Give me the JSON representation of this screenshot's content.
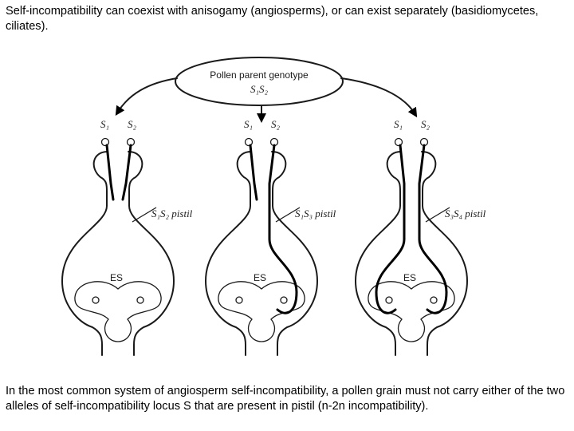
{
  "captions": {
    "top": "Self-incompatibility can coexist with anisogamy (angiosperms), or can exist separately (basidiomycetes, ciliates).",
    "bottom": "In the most common system of angiosperm self-incompatibility, a pollen grain must not carry either of the two alleles of self-incompatibility locus S that are present in pistil (n-2n incompatibility)."
  },
  "diagram": {
    "parent_label_line1": "Pollen parent genotype",
    "parent_label_line2": "S₁S₂",
    "pistils": [
      {
        "pollen_left": "S₁",
        "pollen_right": "S₂",
        "pistil_label": "S₁S₂ pistil",
        "sac_label": "ES"
      },
      {
        "pollen_left": "S₁",
        "pollen_right": "S₂",
        "pistil_label": "S₁S₃ pistil",
        "sac_label": "ES"
      },
      {
        "pollen_left": "S₁",
        "pollen_right": "S₂",
        "pistil_label": "S₃S₄ pistil",
        "sac_label": "ES"
      }
    ]
  }
}
